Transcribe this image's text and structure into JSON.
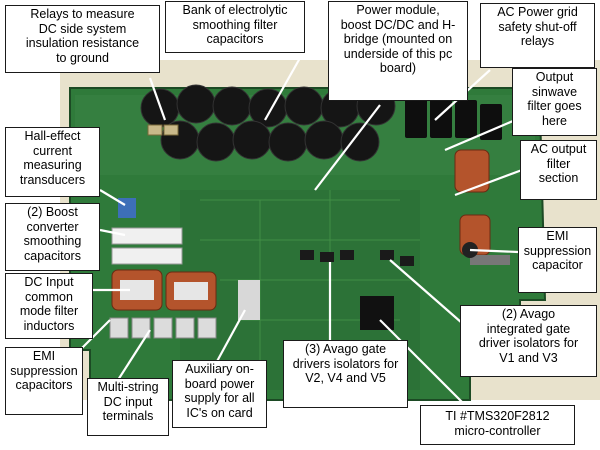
{
  "palette": {
    "board": "#2f7a3a",
    "board_dark": "#1f5a2a",
    "board_light": "#4a9a4c",
    "capacitor": "#151515",
    "relay": "#0e0e0e",
    "coil": "#b4542c",
    "background": "#e8e2cc",
    "label_bg": "#ffffff",
    "label_text": "#000000",
    "leader_line": "#ffffff"
  },
  "callouts": [
    {
      "id": "relays-dc-insulation",
      "text": "Relays to measure\nDC side system\ninsulation resistance\nto ground"
    },
    {
      "id": "electrolytic-caps",
      "text": "Bank of electrolytic\nsmoothing filter\ncapacitors"
    },
    {
      "id": "power-module",
      "text": "Power module,\nboost DC/DC and H-\nbridge (mounted on\nunderside of this pc\nboard)"
    },
    {
      "id": "ac-grid-relays",
      "text": "AC Power grid\nsafety shut-off\nrelays"
    },
    {
      "id": "output-sinewave-filter",
      "text": "Output\nsinwave\nfilter goes\nhere"
    },
    {
      "id": "hall-effect",
      "text": "Hall-effect\ncurrent\nmeasuring\ntransducers"
    },
    {
      "id": "ac-output-filter",
      "text": "AC output\nfilter\nsection"
    },
    {
      "id": "boost-smoothing-caps",
      "text": "(2) Boost\nconverter\nsmoothing\ncapacitors"
    },
    {
      "id": "emi-capacitor-right",
      "text": "EMI\nsuppression\ncapacitor"
    },
    {
      "id": "dc-common-mode",
      "text": "DC Input\ncommon\nmode filter\ninductors"
    },
    {
      "id": "avago-integrated",
      "text": "(2) Avago\nintegrated gate\ndriver isolators for\nV1 and V3"
    },
    {
      "id": "emi-capacitors-left",
      "text": "EMI\nsuppression\ncapacitors"
    },
    {
      "id": "multi-string-dc",
      "text": "Multi-string\nDC input\nterminals"
    },
    {
      "id": "aux-power",
      "text": "Auxiliary on-\nboard power\nsupply for all\nIC's on card"
    },
    {
      "id": "avago-gate-drivers",
      "text": "(3) Avago gate\ndrivers isolators for\nV2, V4 and V5"
    },
    {
      "id": "ti-controller",
      "text": "TI #TMS320F2812\nmicro-controller"
    }
  ]
}
